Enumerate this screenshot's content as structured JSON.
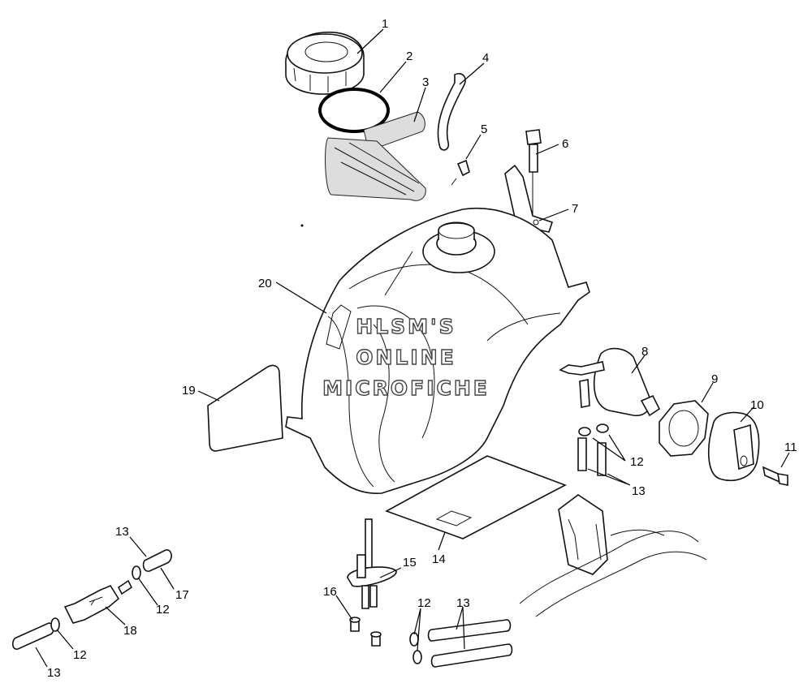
{
  "watermark": {
    "line1": "HLSM'S",
    "line2": "ONLINE",
    "line3": "MICROFICHE"
  },
  "callouts": [
    {
      "id": "1",
      "label": "1"
    },
    {
      "id": "2",
      "label": "2"
    },
    {
      "id": "3",
      "label": "3"
    },
    {
      "id": "4",
      "label": "4"
    },
    {
      "id": "5",
      "label": "5"
    },
    {
      "id": "6",
      "label": "6"
    },
    {
      "id": "7",
      "label": "7"
    },
    {
      "id": "8",
      "label": "8"
    },
    {
      "id": "9",
      "label": "9"
    },
    {
      "id": "10",
      "label": "10"
    },
    {
      "id": "11",
      "label": "11"
    },
    {
      "id": "12a",
      "label": "12"
    },
    {
      "id": "13a",
      "label": "13"
    },
    {
      "id": "14",
      "label": "14"
    },
    {
      "id": "15",
      "label": "15"
    },
    {
      "id": "16",
      "label": "16"
    },
    {
      "id": "12b",
      "label": "12"
    },
    {
      "id": "13b",
      "label": "13"
    },
    {
      "id": "13c",
      "label": "13"
    },
    {
      "id": "17",
      "label": "17"
    },
    {
      "id": "12c",
      "label": "12"
    },
    {
      "id": "18",
      "label": "18"
    },
    {
      "id": "12d",
      "label": "12"
    },
    {
      "id": "13d",
      "label": "13"
    },
    {
      "id": "19",
      "label": "19"
    },
    {
      "id": "20",
      "label": "20"
    }
  ]
}
